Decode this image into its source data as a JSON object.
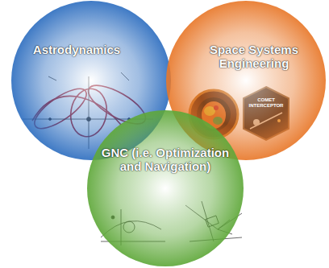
{
  "diagram": {
    "nodes": [
      {
        "text": [
          "Astrodynamics"
        ]
      },
      {
        "text": [
          "Space Systems Engineering"
        ]
      },
      {
        "text": [
          "GNC (i.e. Optimization and Navigation)"
        ]
      }
    ],
    "labels": [
      "COMET INTERCEPTOR"
    ]
  }
}
